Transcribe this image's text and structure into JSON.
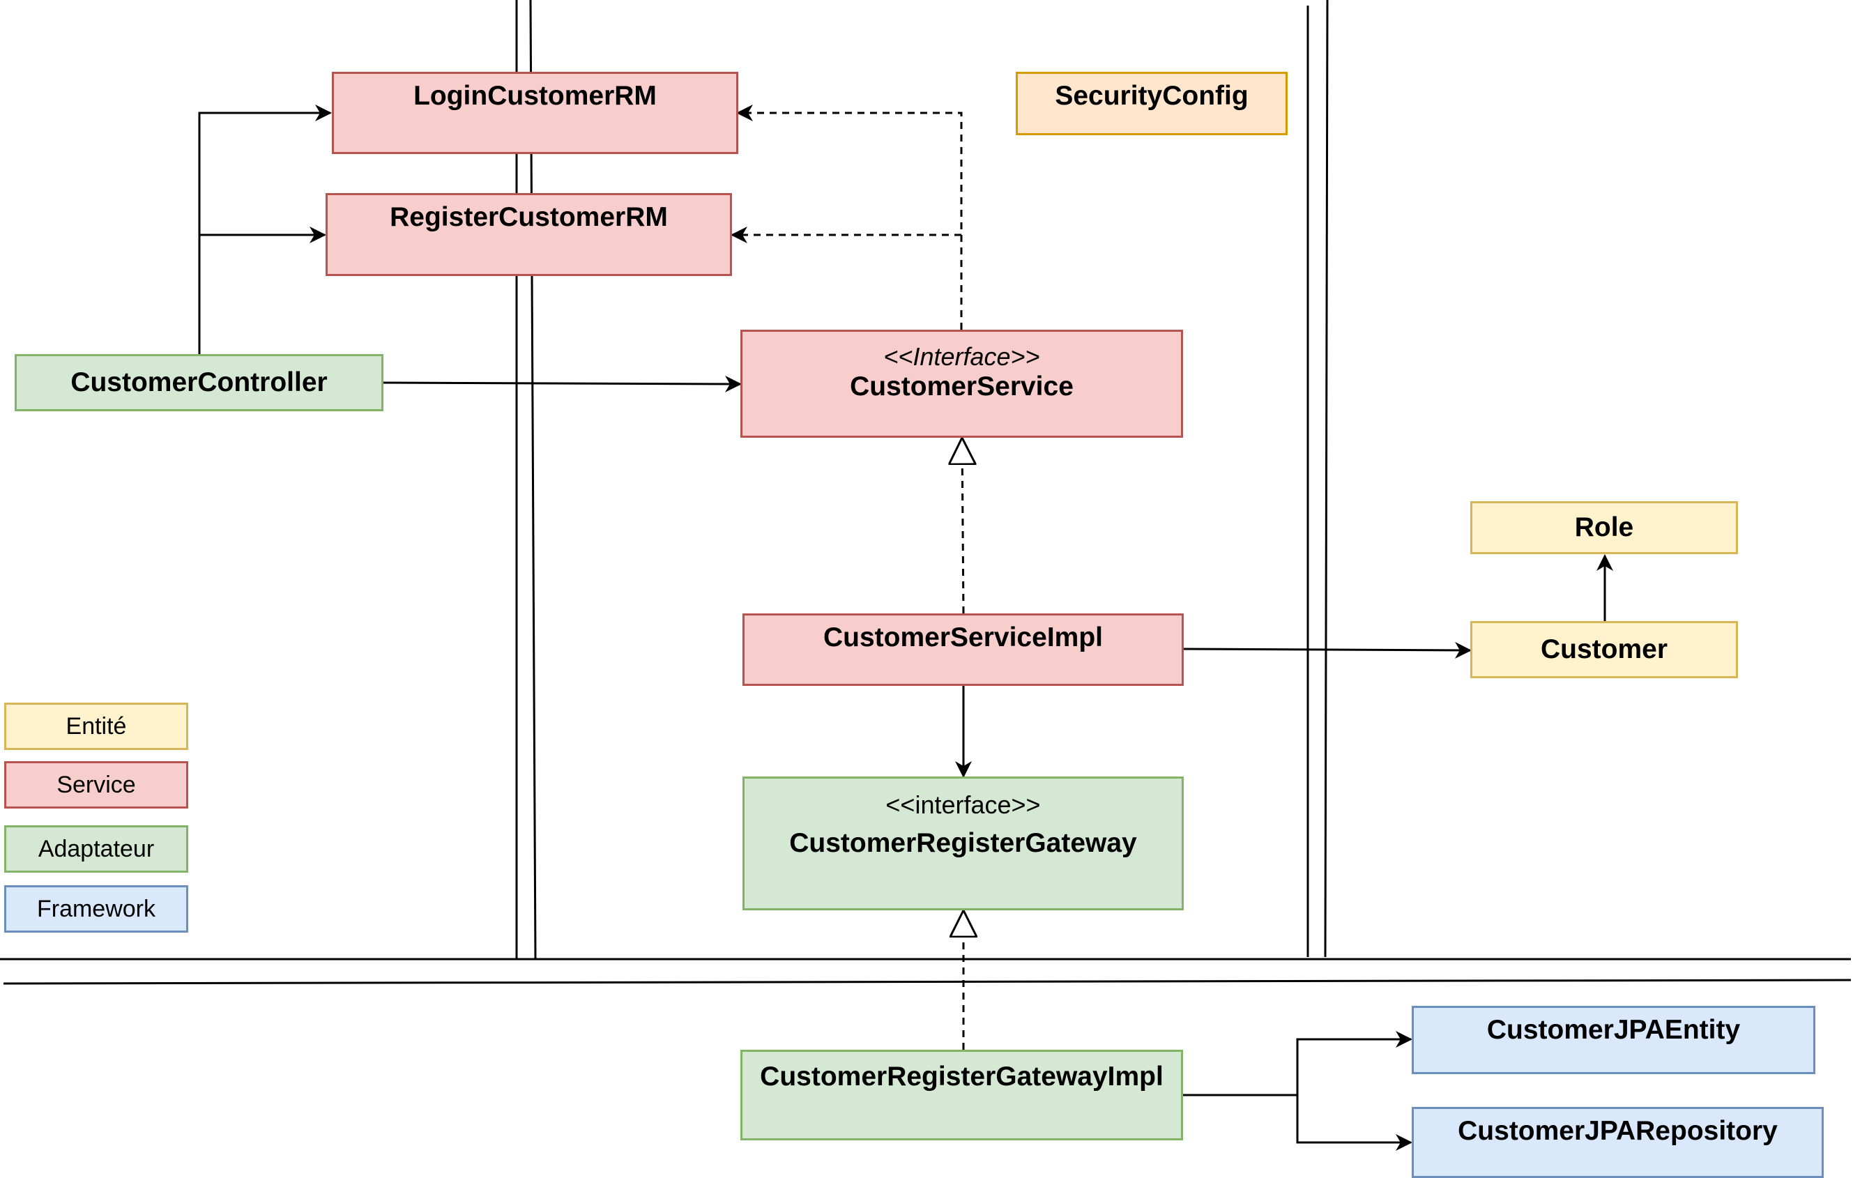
{
  "boxes": {
    "login_rm": {
      "title": "LoginCustomerRM"
    },
    "register_rm": {
      "title": "RegisterCustomerRM"
    },
    "security_config": {
      "title": "SecurityConfig"
    },
    "controller": {
      "title": "CustomerController"
    },
    "service": {
      "stereotype": "<<Interface>>",
      "title": "CustomerService"
    },
    "service_impl": {
      "title": "CustomerServiceImpl"
    },
    "gateway": {
      "stereotype": "<<interface>>",
      "title": "CustomerRegisterGateway"
    },
    "gateway_impl": {
      "title": "CustomerRegisterGatewayImpl"
    },
    "role": {
      "title": "Role"
    },
    "customer": {
      "title": "Customer"
    },
    "jpa_entity": {
      "title": "CustomerJPAEntity"
    },
    "jpa_repository": {
      "title": "CustomerJPARepository"
    }
  },
  "legend": [
    {
      "label": "Entité",
      "color": "#fff2cc",
      "border": "#d6b656"
    },
    {
      "label": "Service",
      "color": "#f8cecc",
      "border": "#b85450"
    },
    {
      "label": "Adaptateur",
      "color": "#d5e8d4",
      "border": "#82b366"
    },
    {
      "label": "Framework",
      "color": "#dae8fc",
      "border": "#6c8ebf"
    }
  ],
  "colors": {
    "entity": "#fff2cc",
    "service": "#f8cecc",
    "adapter": "#d5e8d4",
    "framework": "#dae8fc",
    "config": "#ffe6cc",
    "line": "#000000"
  },
  "relations": [
    {
      "from": "CustomerController",
      "to": "LoginCustomerRM",
      "kind": "association"
    },
    {
      "from": "CustomerController",
      "to": "RegisterCustomerRM",
      "kind": "association"
    },
    {
      "from": "CustomerController",
      "to": "CustomerService",
      "kind": "association"
    },
    {
      "from": "CustomerService",
      "to": "LoginCustomerRM",
      "kind": "dependency"
    },
    {
      "from": "CustomerService",
      "to": "RegisterCustomerRM",
      "kind": "dependency"
    },
    {
      "from": "CustomerServiceImpl",
      "to": "CustomerService",
      "kind": "realization"
    },
    {
      "from": "CustomerServiceImpl",
      "to": "Customer",
      "kind": "association"
    },
    {
      "from": "CustomerServiceImpl",
      "to": "CustomerRegisterGateway",
      "kind": "association"
    },
    {
      "from": "Customer",
      "to": "Role",
      "kind": "association"
    },
    {
      "from": "CustomerRegisterGatewayImpl",
      "to": "CustomerRegisterGateway",
      "kind": "realization"
    },
    {
      "from": "CustomerRegisterGatewayImpl",
      "to": "CustomerJPAEntity",
      "kind": "association"
    },
    {
      "from": "CustomerRegisterGatewayImpl",
      "to": "CustomerJPARepository",
      "kind": "association"
    }
  ]
}
